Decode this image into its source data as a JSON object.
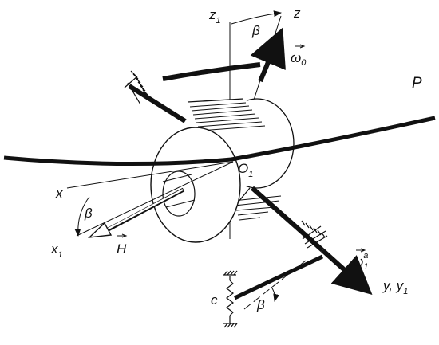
{
  "labels": {
    "z1": "z",
    "z1_sub": "1",
    "z": "z",
    "beta_top": "β",
    "omega0": "ω",
    "omega0_sub": "0",
    "P": "P",
    "O1": "O",
    "O1_sub": "1",
    "x": "x",
    "beta_left": "β",
    "x1": "x",
    "x1_sub": "1",
    "H": "H",
    "omega1": "ω",
    "omega1_sub": "1",
    "omega1_sup": "a",
    "y_y1": "y, y",
    "y_y1_sub": "1",
    "c": "c",
    "beta_bottom": "β"
  },
  "colors": {
    "ink": "#111111",
    "background": "#ffffff"
  }
}
